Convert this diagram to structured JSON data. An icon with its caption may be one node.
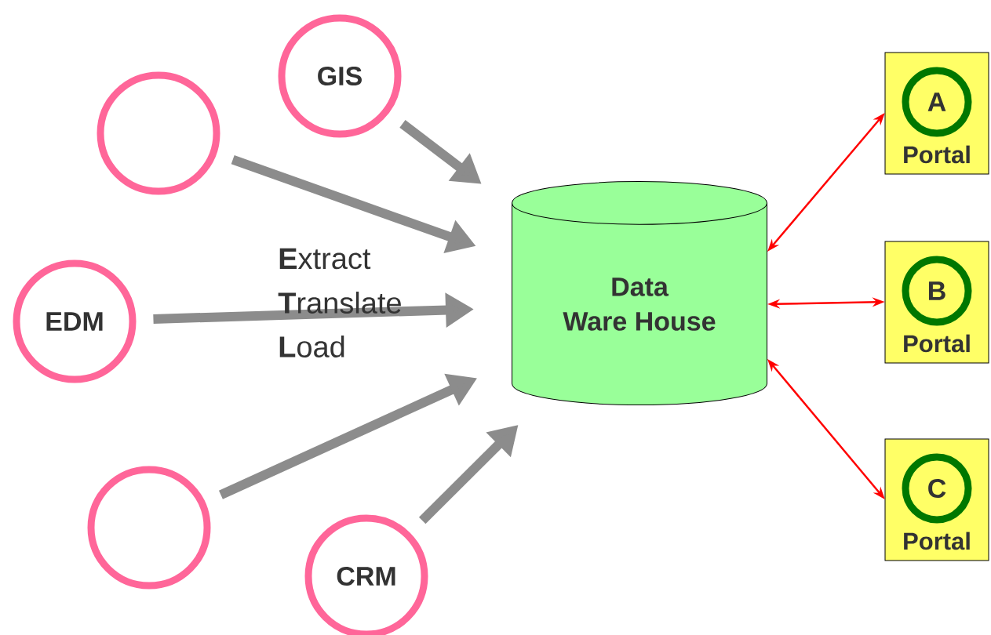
{
  "diagram": {
    "nodes": [
      {
        "text": [
          "GIS"
        ]
      },
      {
        "text": [],
        "shape": "circle"
      },
      {
        "text": [
          "EDM"
        ]
      },
      {
        "text": [],
        "shape": "circle"
      },
      {
        "text": [
          "CRM"
        ]
      },
      {
        "text": [
          "Data",
          "Ware House"
        ]
      },
      {
        "text": [
          "Portal"
        ]
      },
      {
        "text": [
          "A"
        ],
        "in": 6
      },
      {
        "text": [
          "Portal"
        ]
      },
      {
        "text": [
          "B"
        ],
        "in": 8
      },
      {
        "text": [
          "Portal"
        ]
      },
      {
        "text": [
          "C"
        ],
        "in": 10
      }
    ],
    "edges": [
      {
        "from": 0,
        "to": 5,
        "arrow": "to"
      },
      {
        "from": 1,
        "to": 5,
        "arrow": "to"
      },
      {
        "from": 2,
        "to": 5,
        "arrow": "to"
      },
      {
        "from": 3,
        "to": 5,
        "arrow": "to"
      },
      {
        "from": 4,
        "to": 5,
        "arrow": "to"
      },
      {
        "from": 5,
        "to": 6,
        "arrow": "both",
        "color": "#ff0000"
      },
      {
        "from": 5,
        "to": 8,
        "arrow": "both",
        "color": "#ff0000"
      },
      {
        "from": 5,
        "to": 10,
        "arrow": "both",
        "color": "#ff0000"
      }
    ],
    "labels": [
      "**E**xtract",
      "**T**ranslate",
      "**L**oad"
    ]
  }
}
